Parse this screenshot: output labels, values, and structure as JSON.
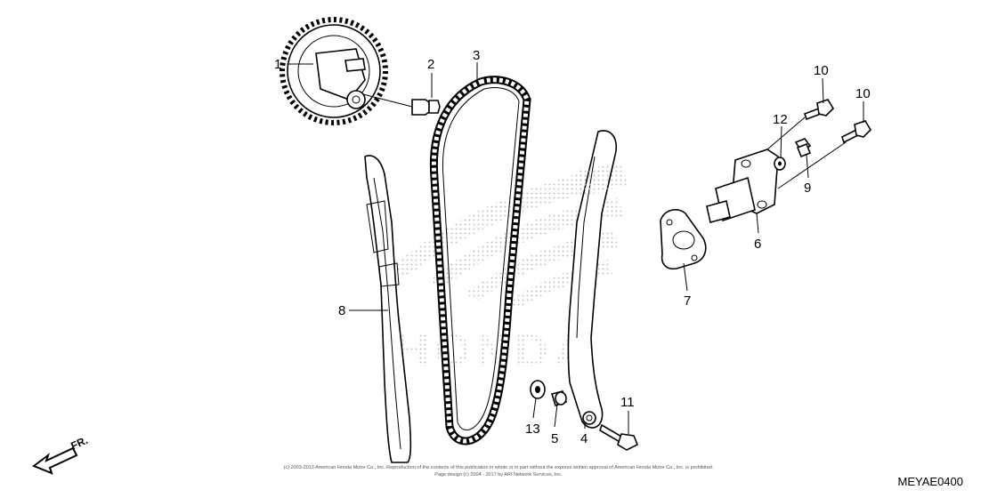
{
  "callouts": {
    "c1": "1",
    "c2": "2",
    "c3": "3",
    "c4": "4",
    "c5": "5",
    "c6": "6",
    "c7": "7",
    "c8": "8",
    "c9": "9",
    "c10a": "10",
    "c10b": "10",
    "c11": "11",
    "c12": "12",
    "c13": "13"
  },
  "direction_label": "FR.",
  "copyright_line1": "(c) 2003-2013 American Honda Motor Co., Inc. Reproduction of the contents of this publication in whole or in part without the express written approval of American Honda Motor Co., Inc. is prohibited.",
  "copyright_line2": "Page design (c) 2004 - 2017 by ARI Network Services, Inc.",
  "diagram_code": "MEYAE0400",
  "watermark": "HONDA"
}
